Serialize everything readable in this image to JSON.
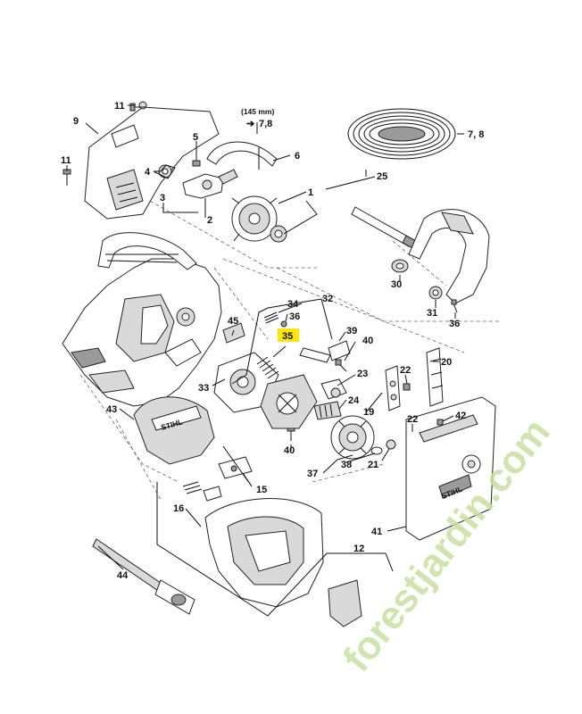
{
  "diagram": {
    "labels": {
      "p1": "1",
      "p2": "2",
      "p3": "3",
      "p4": "4",
      "p5": "5",
      "p6": "6",
      "p78a": "7,8",
      "p78b": "7, 8",
      "p9": "9",
      "p11a": "11",
      "p11b": "11",
      "p12": "12",
      "p15": "15",
      "p16": "16",
      "p19": "19",
      "p20": "20",
      "p21": "21",
      "p22a": "22",
      "p22b": "22",
      "p23": "23",
      "p24": "24",
      "p25": "25",
      "p30": "30",
      "p31": "31",
      "p32": "32",
      "p33": "33",
      "p34": "34",
      "p35": "35",
      "p36": "36",
      "p37": "37",
      "p38": "38",
      "p39": "39",
      "p40a": "40",
      "p40b": "40",
      "p41": "41",
      "p42": "42",
      "p43": "43",
      "p44": "44",
      "p45": "45"
    },
    "note_length": "(145 mm)",
    "logo_text": "STIHL",
    "highlight_color": "#ffe600",
    "highlighted_part": "35"
  },
  "watermark": {
    "text": "forestjardin.com",
    "color": "#c8dfa0"
  }
}
